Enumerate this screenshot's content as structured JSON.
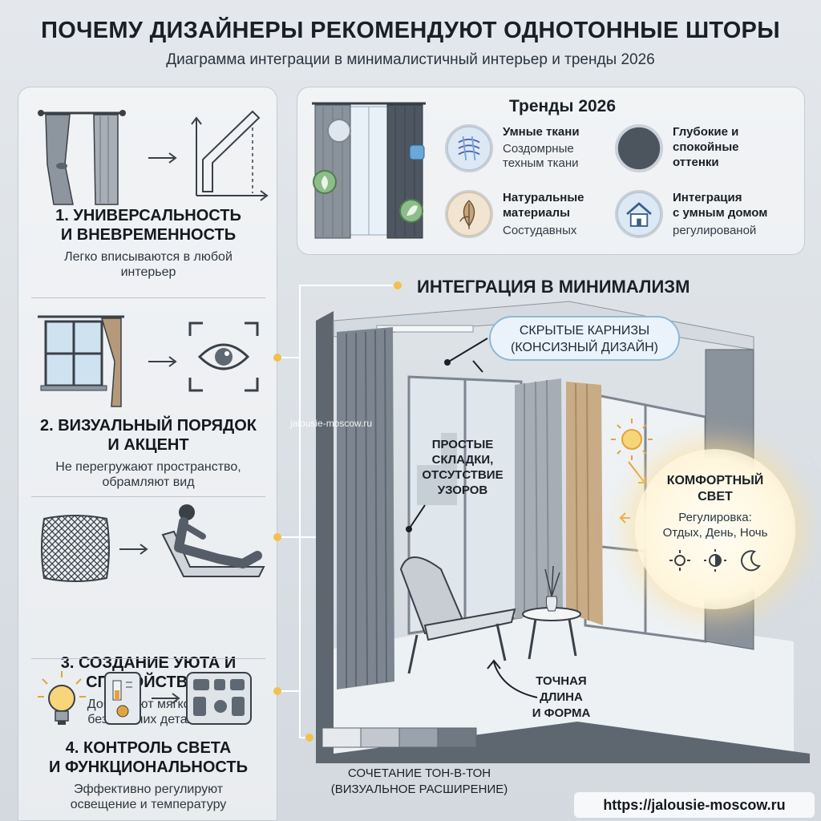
{
  "title": "ПОЧЕМУ ДИЗАЙНЕРЫ РЕКОМЕНДУЮТ ОДНОТОННЫЕ ШТОРЫ",
  "subtitle": "Диаграмма интеграции в минималистичный интерьер и тренды 2026",
  "benefits": [
    {
      "title_line1": "1. УНИВЕРСАЛЬНОСТЬ",
      "title_line2": "И ВНЕВРЕМЕННОСТЬ",
      "desc_line1": "Легко вписываются в любой",
      "desc_line2": "интерьер"
    },
    {
      "title_line1": "2. ВИЗУАЛЬНЫЙ ПОРЯДОК",
      "title_line2": "И АКЦЕНТ",
      "desc_line1": "Не перегружают пространство,",
      "desc_line2": "обрамляют вид"
    },
    {
      "title_line1": "3. СОЗДАНИЕ УЮТА И",
      "title_line2": "СПОКОЙСТВИЯ",
      "desc_line1": "Добавляют мягкость",
      "desc_line2": "без лишних деталей"
    },
    {
      "title_line1": "4. КОНТРОЛЬ СВЕТА",
      "title_line2": "И ФУНКЦИОНАЛЬНОСТЬ",
      "desc_line1": "Эффективно регулируют",
      "desc_line2": "освещение и температуру"
    }
  ],
  "trends": {
    "title": "Тренды 2026",
    "items": [
      {
        "title_line1": "Умные ткани",
        "title_line2": "",
        "desc_line1": "Создомрные",
        "desc_line2": "техным ткани",
        "icon": "smart-fabric-icon"
      },
      {
        "title_line1": "Глубокие и",
        "title_line2": "спокойные",
        "title_line3": "оттенки",
        "icon": "deep-color-icon"
      },
      {
        "title_line1": "Натуральные",
        "title_line2": "материалы",
        "desc_line1": "Состудавных",
        "icon": "leaf-icon"
      },
      {
        "title_line1": "Интеграция",
        "title_line2": "с умным домом",
        "desc_line1": "регулированой",
        "icon": "smart-home-icon"
      }
    ]
  },
  "minimalism": {
    "title": "ИНТЕГРАЦИЯ В МИНИМАЛИЗМ",
    "hidden_rods_line1": "СКРЫТЫЕ КАРНИЗЫ",
    "hidden_rods_line2": "(КОНСИЗНЫЙ ДИЗАЙН)",
    "simple_folds": [
      "ПРОСТЫЕ",
      "СКЛАДКИ,",
      "ОТСУТСТВИЕ",
      "УЗОРОВ"
    ],
    "comfort_light_title_line1": "КОМФОРТНЫЙ",
    "comfort_light_title_line2": "СВЕТ",
    "comfort_light_desc_line1": "Регулировка:",
    "comfort_light_desc_line2": "Отдых, День, Ночь",
    "exact_length": [
      "ТОЧНАЯ",
      "ДЛИНА",
      "И ФОРМА"
    ],
    "tone_line1": "СОЧЕТАНИЕ ТОН-В-ТОН",
    "tone_line2": "(ВИЗУАЛЬНОЕ РАСШИРЕНИЕ)"
  },
  "watermark": "jalousie-moscow.ru",
  "url": "https://jalousie-moscow.ru",
  "colors": {
    "accent_blue": "#8fb8d8",
    "dot_gold": "#f2c04e",
    "curtain_gray": "#7d8690",
    "curtain_beige": "#c9ab86"
  }
}
